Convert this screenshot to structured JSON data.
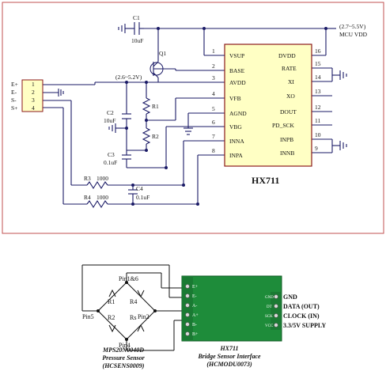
{
  "schematic": {
    "chip": {
      "name": "HX711",
      "left_pins": [
        {
          "num": "1",
          "name": "VSUP"
        },
        {
          "num": "2",
          "name": "BASE"
        },
        {
          "num": "3",
          "name": "AVDD"
        },
        {
          "num": "4",
          "name": "VFB"
        },
        {
          "num": "5",
          "name": "AGND"
        },
        {
          "num": "6",
          "name": "VBG"
        },
        {
          "num": "7",
          "name": "INNA"
        },
        {
          "num": "8",
          "name": "INPA"
        }
      ],
      "right_pins": [
        {
          "num": "16",
          "name": "DVDD"
        },
        {
          "num": "15",
          "name": "RATE"
        },
        {
          "num": "14",
          "name": "XI"
        },
        {
          "num": "13",
          "name": "XO"
        },
        {
          "num": "12",
          "name": "DOUT"
        },
        {
          "num": "11",
          "name": "PD_SCK"
        },
        {
          "num": "10",
          "name": "INPB"
        },
        {
          "num": "9",
          "name": "INNB"
        }
      ]
    },
    "connector": {
      "labels": [
        "E+",
        "E-",
        "S-",
        "S+"
      ],
      "pins": [
        "1",
        "2",
        "3",
        "4"
      ]
    },
    "components": {
      "c1": "C1",
      "c1_val": "10uF",
      "q1": "Q1",
      "avdd_range": "(2.6~5.2V)",
      "mcu_range": "(2.7~5.5V)",
      "mcu_label": "MCU VDD",
      "r1": "R1",
      "r2": "R2",
      "c2": "C2",
      "c2_val": "10uF",
      "c3": "C3",
      "c3_val": "0.1uF",
      "r3": "R3",
      "r3_val": "1000",
      "r4": "R4",
      "r4_val": "1000",
      "c4": "C4",
      "c4_val": "0.1uF"
    }
  },
  "wiring": {
    "bridge": {
      "r1": "R1",
      "r4": "R4",
      "r2": "R2",
      "rs": "Rs",
      "pin_top": "Pin1&6",
      "pin_left": "Pin5",
      "pin_right": "Pin2",
      "pin_bottom": "Pin4"
    },
    "board_pins": [
      "E+",
      "E-",
      "A-",
      "A+",
      "B-",
      "B+"
    ],
    "board_right_pins": [
      "GND",
      "DT",
      "SCK",
      "VCC"
    ],
    "outputs": [
      "GND",
      "DATA (OUT)",
      "CLOCK (IN)",
      "3.3/5V SUPPLY"
    ],
    "sensor_caption": [
      "MPS20N0040D",
      "Pressure Sensor",
      "(HCSENS0009)"
    ],
    "board_caption": [
      "HX711",
      "Bridge Sensor Interface",
      "(HCMODU0073)"
    ]
  },
  "colors": {
    "schematic_line": "#1a1a66",
    "chip_fill": "#ffffc4",
    "chip_border": "#8b1a1a",
    "board_green": "#1e8c3a"
  }
}
